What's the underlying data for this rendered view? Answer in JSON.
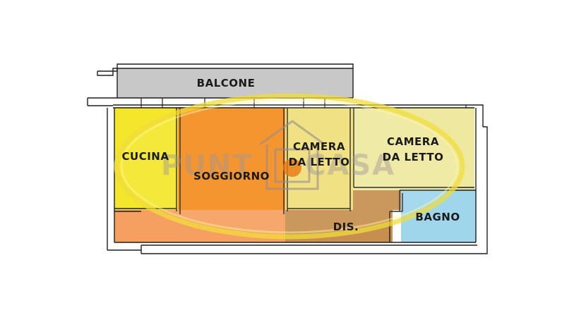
{
  "rooms": {
    "balcone": "BALCONE",
    "cucina": "CUCINA",
    "soggiorno": "SOGGIORNO",
    "camera1_line1": "CAMERA",
    "camera1_line2": "DA LETTO",
    "camera2_line1": "CAMERA",
    "camera2_line2": "DA LETTO",
    "dis": "DIS.",
    "bagno": "BAGNO"
  },
  "watermark": {
    "left": "PUNT",
    "right": "CASA"
  },
  "colors": {
    "balcone": "#c8c8c8",
    "cucina": "#f4e62a",
    "soggiorno": "#f48c1e",
    "corridor": "#f5a060",
    "camera1": "#efe07a",
    "camera2": "#efe9a0",
    "dis": "#c68f50",
    "bagno": "#9fd6ec",
    "wall": "#1e1e1e"
  }
}
